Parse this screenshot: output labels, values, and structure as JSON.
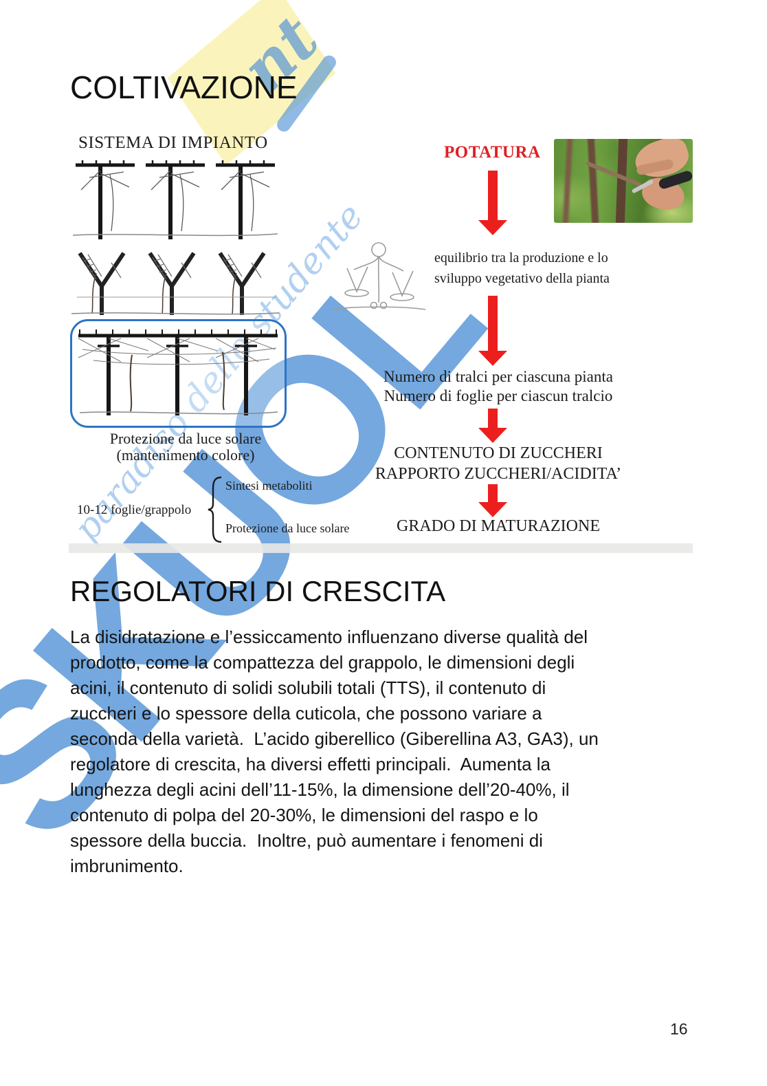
{
  "colors": {
    "arrow_red": "#ec1f1f",
    "potatura_red": "#de2126",
    "box_blue": "#2d74c4",
    "wm_blue": "rgba(77,144,214,0.78)",
    "wm_light_blue": "rgba(168,203,238,0.9)",
    "wm_yellow": "rgba(250,243,184,0.95)"
  },
  "watermark": {
    "letters": "SKUOL",
    "net": "nt",
    "tagline": "paradiso dello studente"
  },
  "header": {
    "title": "COLTIVAZIONE"
  },
  "slide": {
    "impianto_heading": "SISTEMA DI IMPIANTO",
    "caption": "Protezione da luce solare\n(mantenimento colore)",
    "foglie_label": "10-12 foglie/grappolo",
    "brace_top": "Sintesi metaboliti",
    "brace_bottom": "Protezione da luce solare",
    "potatura": "POTATURA",
    "equilibrio": "equilibrio tra la produzione e lo\nsviluppo vegetativo della pianta",
    "numero": "Numero di tralci per ciascuna pianta\nNumero di foglie per ciascun tralcio",
    "contenuto": "CONTENUTO DI ZUCCHERI\nRAPPORTO ZUCCHERI/ACIDITA’",
    "grado": "GRADO DI MATURAZIONE"
  },
  "section": {
    "heading": "REGOLATORI DI CRESCITA",
    "paragraph": "La disidratazione e l’essiccamento influenzano diverse qualità del\nprodotto, come la compattezza del grappolo, le dimensioni degli\nacini, il contenuto di solidi solubili totali (TTS), il contenuto di\nzuccheri e lo spessore della cuticola, che possono variare a\nseconda della varietà.  L’acido giberellico (Giberellina A3, GA3), un\nregolatore di crescita, ha diversi effetti principali.  Aumenta la\nlunghezza degli acini dell’11-15%, la dimensione dell’20-40%, il\ncontenuto di polpa del 20-30%, le dimensioni del raspo e lo\nspessore della buccia.  Inoltre, può aumentare i fenomeni di\nimbrunimento."
  },
  "footer": {
    "page_number": "16"
  }
}
